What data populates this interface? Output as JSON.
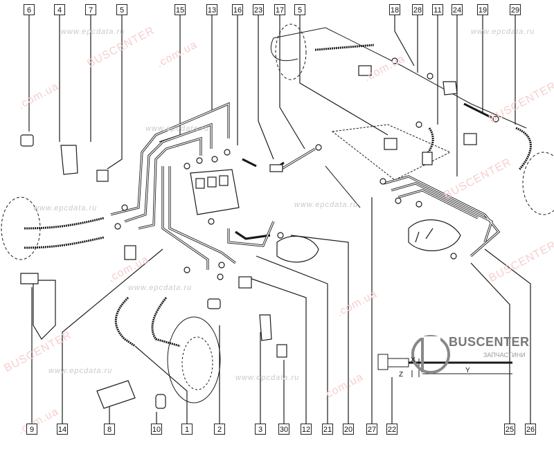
{
  "callouts": {
    "c6": "6",
    "c4": "4",
    "c7": "7",
    "c5a": "5",
    "c15": "15",
    "c13": "13",
    "c16": "16",
    "c23": "23",
    "c17": "17",
    "c5b": "5",
    "c18": "18",
    "c28": "28",
    "c11": "11",
    "c24": "24",
    "c19": "19",
    "c29": "29",
    "c9": "9",
    "c14": "14",
    "c8": "8",
    "c10": "10",
    "c1": "1",
    "c2": "2",
    "c3": "3",
    "c30": "30",
    "c12": "12",
    "c21": "21",
    "c20": "20",
    "c27": "27",
    "c22": "22",
    "c25": "25",
    "c26": "26"
  },
  "watermarks": {
    "domain": "www.epcdata.ru",
    "brand_main": "BUSCENTER",
    "brand_tld": ".com.ua",
    "logo_text": "BUSCENTER",
    "logo_sub": "ЗАПЧАСТИНИ"
  },
  "dimensions": {
    "x": "X",
    "y": "Y",
    "z": "Z"
  },
  "colors": {
    "line": "#1a1a1a",
    "watermark_red": "#f1b8b8",
    "watermark_grey": "#c9c9c9"
  }
}
